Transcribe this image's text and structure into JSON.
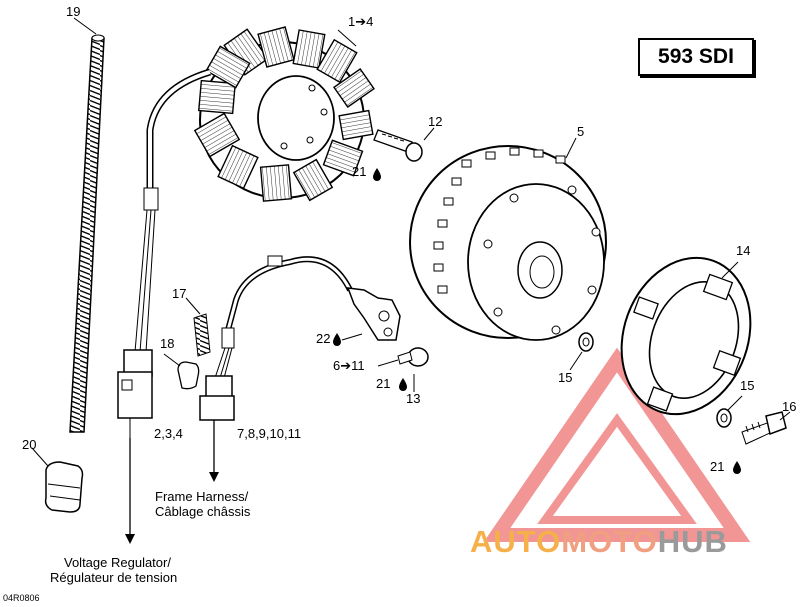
{
  "title": "593 SDI",
  "diagram_code": "04R0806",
  "watermark": {
    "part1": "AUTO",
    "part2": "MOTO",
    "part3": "HUB"
  },
  "callouts": {
    "c19": "19",
    "c1_4": "1➔4",
    "c12": "12",
    "c21a": "21",
    "c5": "5",
    "c14": "14",
    "c17": "17",
    "c18": "18",
    "c22": "22",
    "c6_11": "6➔11",
    "c21b": "21",
    "c13": "13",
    "c15a": "15",
    "c15b": "15",
    "c16": "16",
    "c21c": "21",
    "c20": "20",
    "c2_4": "2,3,4",
    "c7_11": "7,8,9,10,11"
  },
  "connections": {
    "frame_harness": {
      "line1": "Frame Harness/",
      "line2": "Câblage châssis"
    },
    "voltage_regulator": {
      "line1": "Voltage Regulator/",
      "line2": "Régulateur de tension"
    }
  },
  "colors": {
    "watermark_orange": "#f5b04a",
    "watermark_salmon": "#f0a080",
    "watermark_gray": "#9a9a9a",
    "triangle_red": "#e84040"
  },
  "icons": [
    "drop-icon",
    "arrow-down-icon"
  ]
}
